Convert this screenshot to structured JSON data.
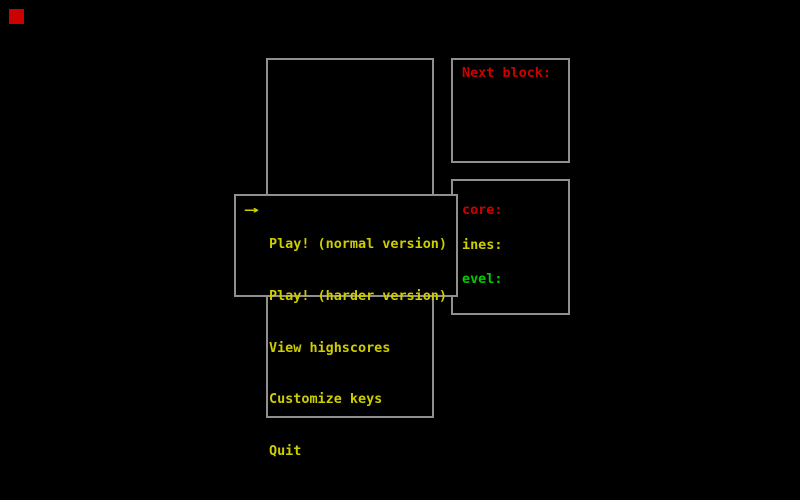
{
  "theme": {
    "background": "#000000",
    "box_border_color": "#8f8f8f",
    "yellow": "#cdcd00",
    "red": "#cd0000",
    "green": "#00cd00"
  },
  "cursor_block": {
    "color": "#cd0000"
  },
  "playfield": {},
  "next_block_panel": {
    "label": "Next block:"
  },
  "score_panel": {
    "rows": [
      {
        "label": "core:",
        "color": "#cd0000"
      },
      {
        "label": "ines:",
        "color": "#cdcd00"
      },
      {
        "label": "evel:",
        "color": "#00cd00"
      }
    ]
  },
  "menu": {
    "selection_arrow": "→",
    "selected_index": 0,
    "items": [
      {
        "label": "Play! (normal version)"
      },
      {
        "label": "Play! (harder version)"
      },
      {
        "label": "View highscores"
      },
      {
        "label": "Customize keys"
      },
      {
        "label": "Quit"
      }
    ]
  }
}
